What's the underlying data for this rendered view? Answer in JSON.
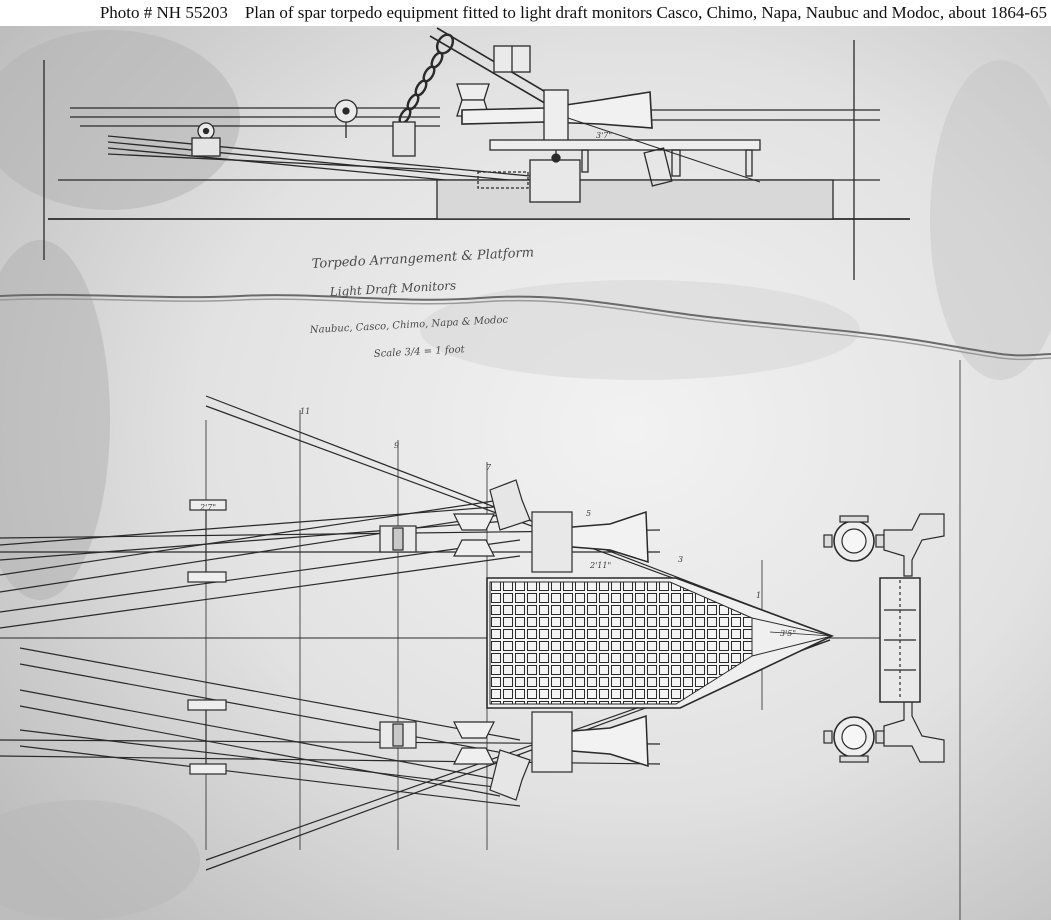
{
  "caption": {
    "photo_label": "Photo #",
    "photo_number": "NH 55203",
    "title": "Plan of spar torpedo equipment fitted to light draft monitors Casco, Chimo, Napa, Naubuc and Modoc, about 1864-65"
  },
  "drawing": {
    "handwritten_title": "Torpedo Arrangement & Platform",
    "handwritten_subtitle": "Light Draft Monitors",
    "handwritten_ships": "Naubuc, Casco, Chimo, Napa & Modoc",
    "handwritten_scale": "Scale 3/4 = 1 foot",
    "dimension_labels": [
      "3'7\"",
      "2'7\"",
      "2'11\"",
      "3'5\""
    ],
    "frame_numbers": [
      "11",
      "9",
      "7",
      "5",
      "3",
      "1"
    ]
  },
  "colors": {
    "paper": "#cfcfcf",
    "paper_light": "#eeeeee",
    "ink": "#2a2a2a",
    "caption_bg": "#ffffff"
  }
}
